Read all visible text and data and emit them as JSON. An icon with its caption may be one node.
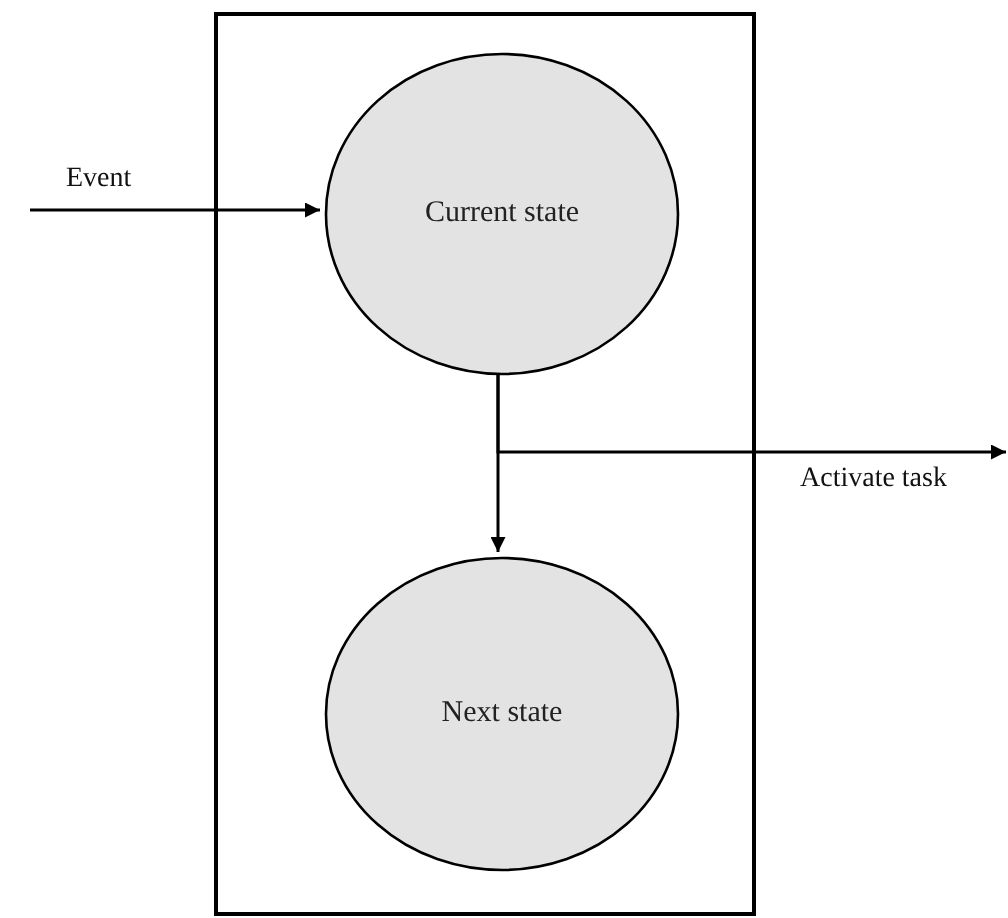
{
  "diagram": {
    "nodes": [
      {
        "text": [],
        "shape": "box"
      },
      {
        "text": [
          "Current state"
        ],
        "in": 0
      },
      {
        "text": [
          "Next state"
        ],
        "in": 0
      }
    ],
    "edges": [
      {
        "from": null,
        "to": 1,
        "arrow": "to",
        "label": "Event"
      },
      {
        "from": 1,
        "to": 2,
        "arrow": "to"
      },
      {
        "from": 1,
        "to": null,
        "arrow": "to",
        "label": "Activate task"
      }
    ]
  }
}
